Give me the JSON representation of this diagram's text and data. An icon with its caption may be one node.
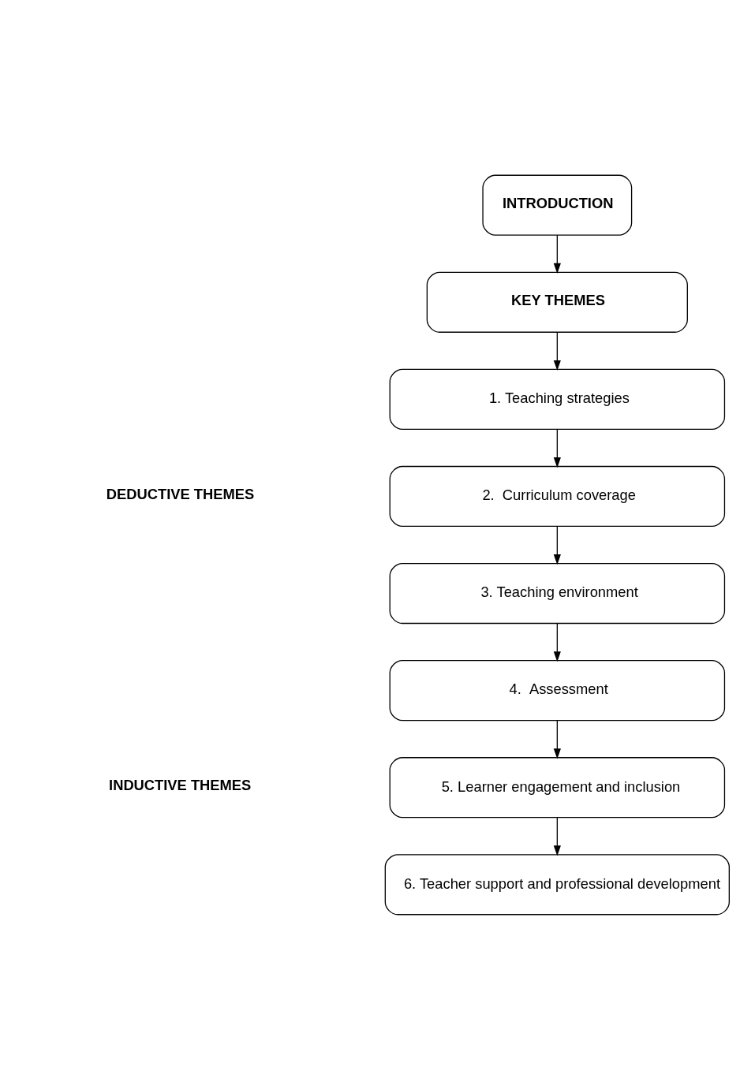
{
  "diagram": {
    "nodes": [
      {
        "text": [
          "INTRODUCTION"
        ]
      },
      {
        "text": [
          "KEY THEMES"
        ]
      },
      {
        "text": [
          "1. Teaching strategies"
        ]
      },
      {
        "text": [
          "2.  Curriculum coverage"
        ]
      },
      {
        "text": [
          "3. Teaching environment"
        ]
      },
      {
        "text": [
          "4.  Assessment"
        ]
      },
      {
        "text": [
          "5. Learner engagement and inclusion"
        ]
      },
      {
        "text": [
          "6. Teacher support and professional development"
        ]
      }
    ],
    "edges": [
      {
        "from": 0,
        "to": 1,
        "arrow": "to"
      },
      {
        "from": 1,
        "to": 2,
        "arrow": "to"
      },
      {
        "from": 2,
        "to": 3,
        "arrow": "to"
      },
      {
        "from": 3,
        "to": 4,
        "arrow": "to"
      },
      {
        "from": 4,
        "to": 5,
        "arrow": "to"
      },
      {
        "from": 5,
        "to": 6,
        "arrow": "to"
      },
      {
        "from": 6,
        "to": 7,
        "arrow": "to"
      }
    ],
    "labels": [
      "DEDUCTIVE THEMES",
      "INDUCTIVE THEMES"
    ]
  }
}
